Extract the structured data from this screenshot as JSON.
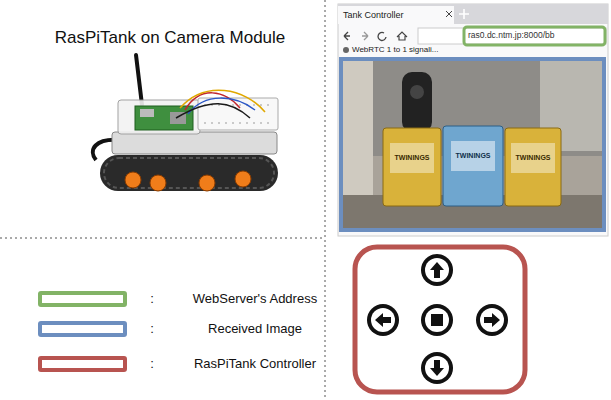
{
  "diagram": {
    "title": "RasPiTank on Camera Module",
    "labels": [
      "Tank Controller",
      "ras0.dc.ntm.jp:8000/bb",
      "WebRTC 1 to 1 signali...",
      "TWININGS",
      "TWININGS",
      "TWININGS",
      ":",
      ":",
      ":"
    ],
    "legend": [
      {
        "text": "WebServer's Address",
        "color": "#82b366"
      },
      {
        "text": "Received Image",
        "color": "#6c8ebf"
      },
      {
        "text": "RasPiTank Controller",
        "color": "#b85450"
      }
    ]
  }
}
